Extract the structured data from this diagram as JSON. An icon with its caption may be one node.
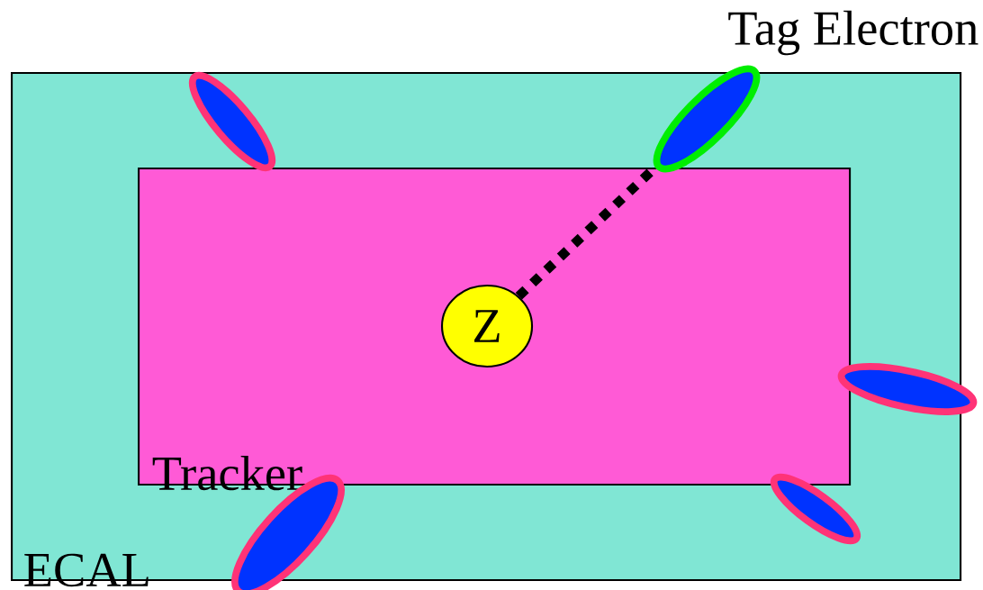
{
  "diagram": {
    "nodes": [
      {
        "text": [
          "ECAL"
        ]
      },
      {
        "text": [
          "Tracker"
        ],
        "in": 0
      },
      {
        "text": [
          "Z"
        ],
        "in": 1
      },
      {
        "text": [],
        "shape": "ellipse",
        "beside": [
          "Tag Electron"
        ],
        "in": 0
      },
      {
        "text": [],
        "shape": "ellipse",
        "in": 0
      },
      {
        "text": [],
        "shape": "ellipse"
      },
      {
        "text": [],
        "shape": "ellipse",
        "in": 0
      },
      {
        "text": [],
        "shape": "ellipse"
      }
    ],
    "edges": [
      {
        "from": 2,
        "to": 3,
        "arrow": "none",
        "style": "dashed"
      }
    ]
  }
}
